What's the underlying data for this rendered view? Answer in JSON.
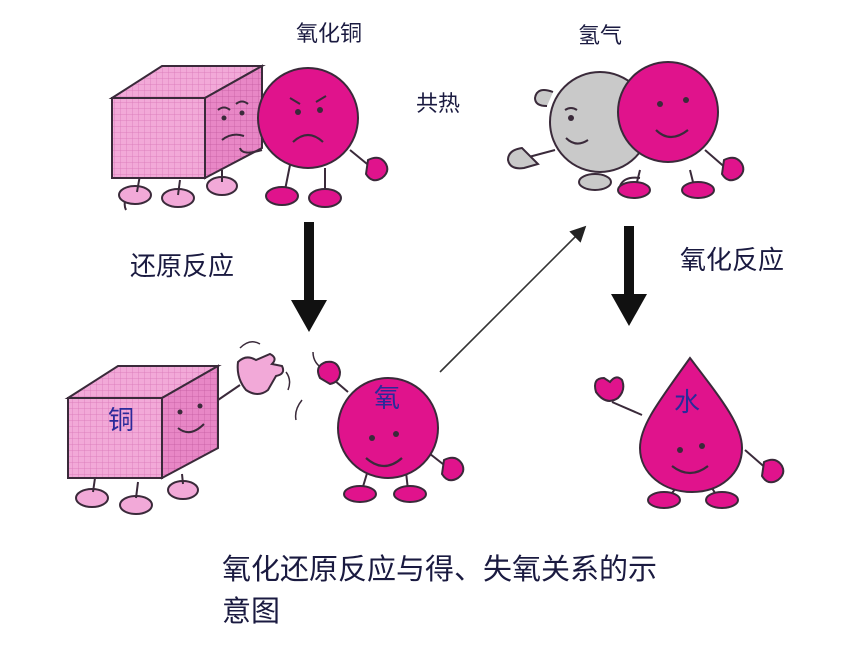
{
  "labels": {
    "copper_oxide": "氧化铜",
    "hydrogen": "氢气",
    "heat_together": "共热",
    "reduction": "还原反应",
    "oxidation": "氧化反应",
    "copper": "铜",
    "oxygen": "氧",
    "water": "水"
  },
  "caption": {
    "line1": "氧化还原反应与得、失氧关系的示",
    "line2": "意图"
  },
  "colors": {
    "magenta": "#e0138c",
    "pink_box": "#f2a9d8",
    "pink_box_side": "#e887c6",
    "gray_ball": "#c9c9c9",
    "outline": "#3a2a3a",
    "text": "#1a1a40",
    "inner_text": "#2a2a9a"
  },
  "icons": {
    "copper_oxide_box": "smiling-box-character",
    "oxygen_ball": "magenta-ball-character",
    "hydrogen_ball": "gray-ball-character",
    "water_drop": "water-drop-character",
    "down_arrow": "black-down-arrow",
    "diagonal_arrow": "thin-diagonal-arrow"
  }
}
